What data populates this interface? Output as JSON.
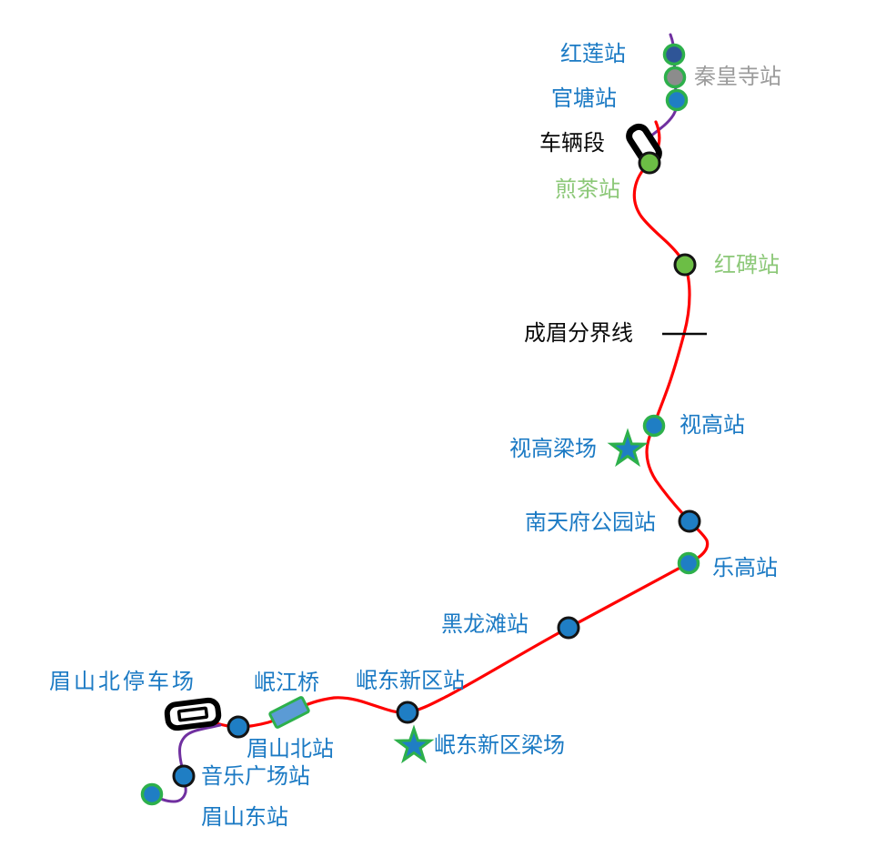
{
  "colors": {
    "main_line_red": "#ff0000",
    "branch_line_purple": "#7030a0",
    "label_blue": "#1b7ac4",
    "label_green": "#8cc878",
    "label_gray": "#9c9c9c",
    "label_black": "#0a0a0a",
    "dot_blue": "#1f7ec4",
    "dot_dark_blue": "#2f5597",
    "dot_gray": "#8c8c8c",
    "dot_green": "#6cbe45",
    "ring_green": "#2db04b",
    "ring_black": "#141414",
    "star_fill": "#1f7ec4",
    "star_stroke": "#2db04b",
    "bridge_fill": "#5b9bd5",
    "bridge_stroke": "#2db04b"
  },
  "stations": {
    "honglian": {
      "label": "红莲站"
    },
    "qinhuangsi": {
      "label": "秦皇寺站"
    },
    "guantang": {
      "label": "官塘站"
    },
    "jiancha": {
      "label": "煎茶站"
    },
    "hongbei": {
      "label": "红碑站"
    },
    "shigao": {
      "label": "视高站"
    },
    "nantianfu_park": {
      "label": "南天府公园站"
    },
    "legao": {
      "label": "乐高站"
    },
    "heilongtan": {
      "label": "黑龙滩站"
    },
    "mindong_new_district": {
      "label": "岷东新区站"
    },
    "meishan_north": {
      "label": "眉山北站"
    },
    "music_plaza": {
      "label": "音乐广场站"
    },
    "meishan_east": {
      "label": "眉山东站"
    }
  },
  "facilities": {
    "depot": {
      "label": "车辆段"
    },
    "boundary_line": {
      "label": "成眉分界线"
    },
    "shigao_beam_yard": {
      "label": "视高梁场"
    },
    "minjiang_bridge": {
      "label": "岷江桥"
    },
    "meishan_north_parking": {
      "label": "眉山北停车场"
    },
    "mindong_beam_yard": {
      "label": "岷东新区梁场"
    }
  }
}
